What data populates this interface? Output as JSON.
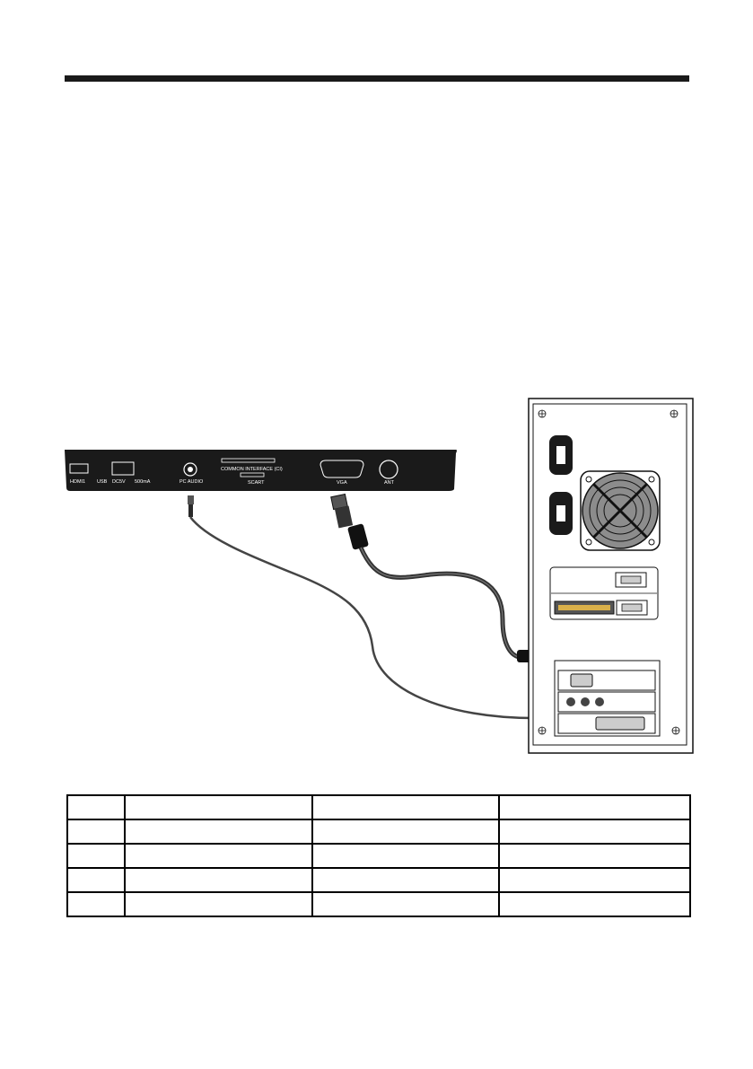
{
  "tv_panel": {
    "ports": {
      "hdmi": "HDMI1",
      "usb": "USB",
      "dc": "DC5V",
      "dc_current": "500mA",
      "pc_audio": "PC AUDIO",
      "common_interface": "COMMON INTERFACE (CI)",
      "scart": "SCART",
      "vga": "VGA",
      "ant": "ANT"
    }
  },
  "table": {
    "rows": [
      [
        "",
        "",
        "",
        ""
      ],
      [
        "",
        "",
        "",
        ""
      ],
      [
        "",
        "",
        "",
        ""
      ],
      [
        "",
        "",
        "",
        ""
      ],
      [
        "",
        "",
        "",
        ""
      ]
    ]
  },
  "colors": {
    "panel": "#1a1a1a",
    "cable": "#444444",
    "cable_dark": "#111111",
    "fan_gray": "#8c8c8c"
  }
}
